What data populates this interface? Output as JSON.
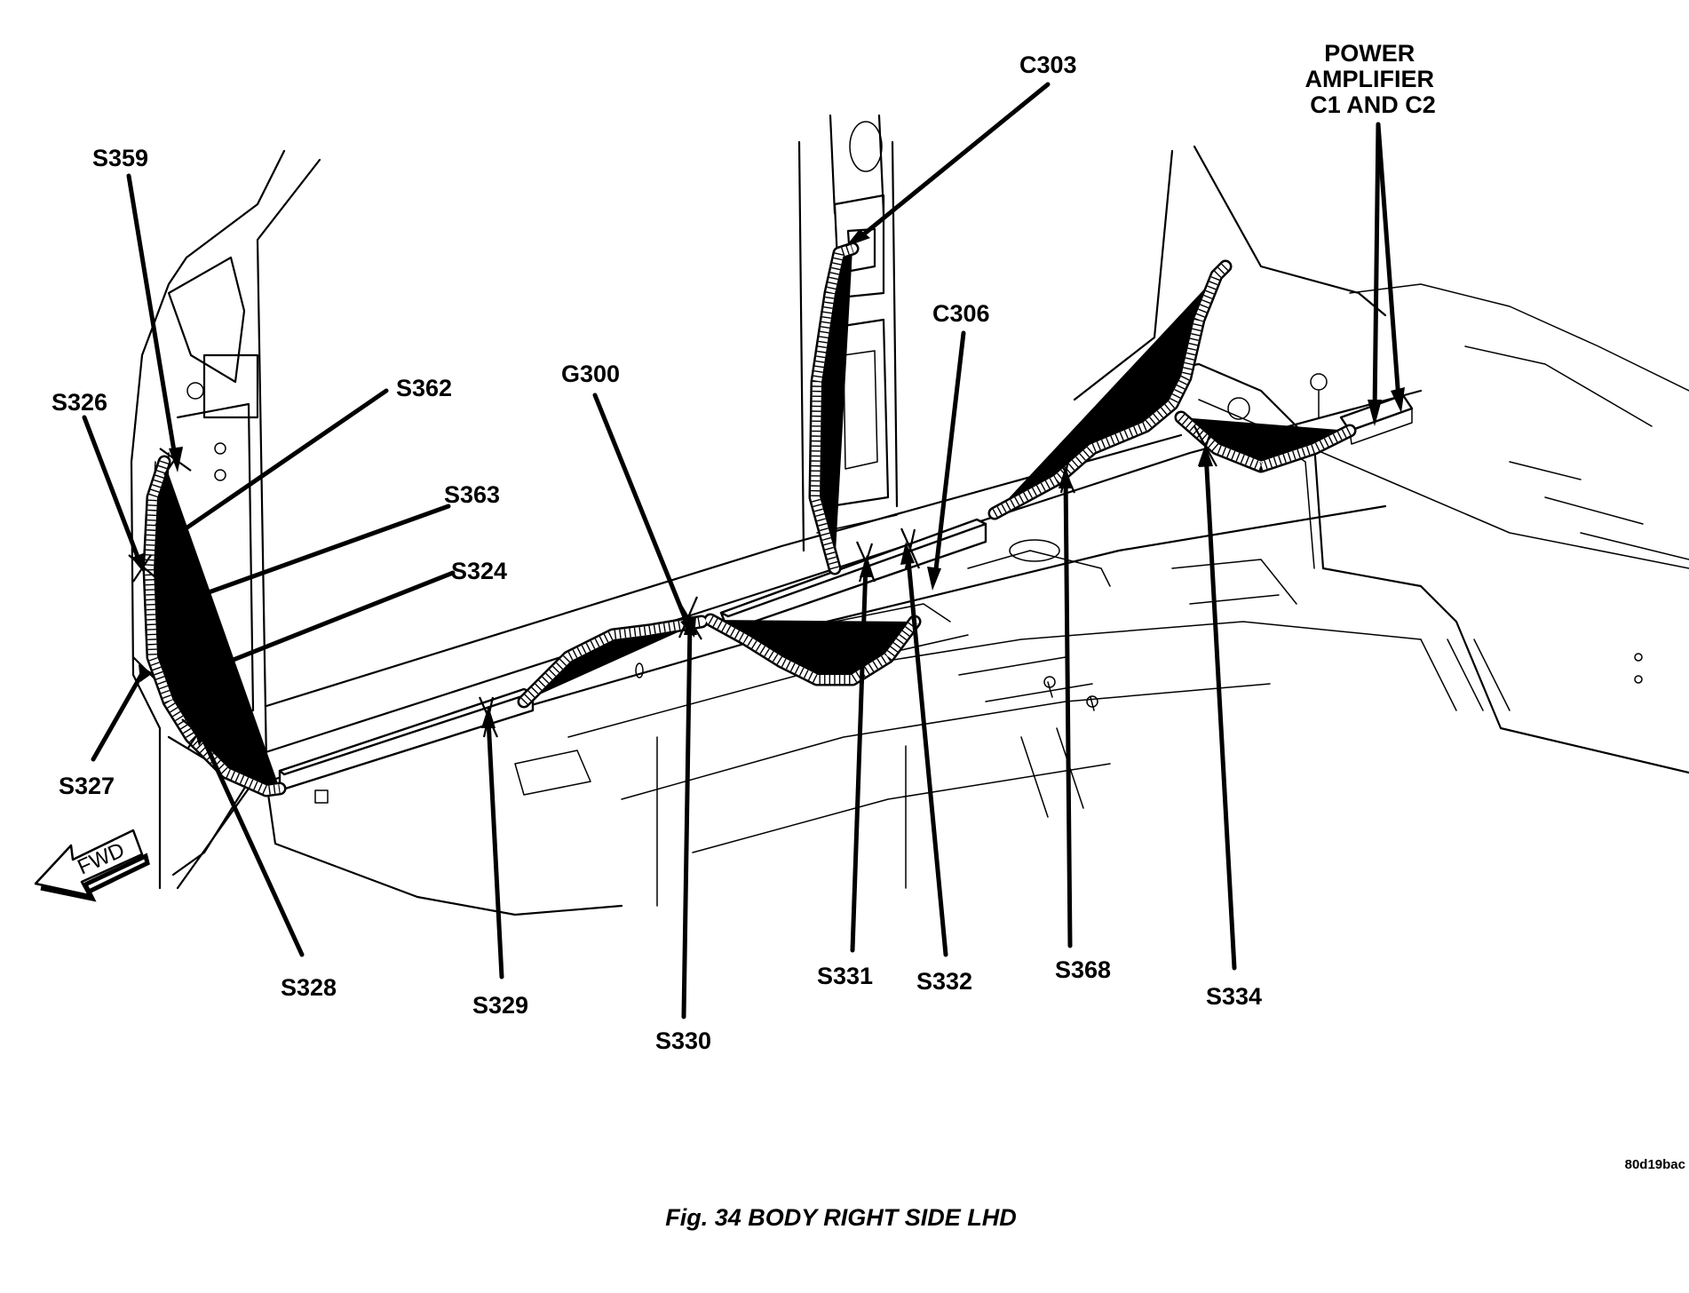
{
  "figure": {
    "caption": "Fig. 34 BODY RIGHT SIDE LHD",
    "figure_id": "80d19bac",
    "direction_label": "FWD"
  },
  "callouts": {
    "power_amplifier": [
      "POWER",
      "AMPLIFIER",
      "C1 AND C2"
    ],
    "c303": "C303",
    "c306": "C306",
    "g300": "G300",
    "s359": "S359",
    "s326": "S326",
    "s362": "S362",
    "s363": "S363",
    "s324": "S324",
    "s327": "S327",
    "s328": "S328",
    "s329": "S329",
    "s330": "S330",
    "s331": "S331",
    "s332": "S332",
    "s368": "S368",
    "s334": "S334"
  }
}
